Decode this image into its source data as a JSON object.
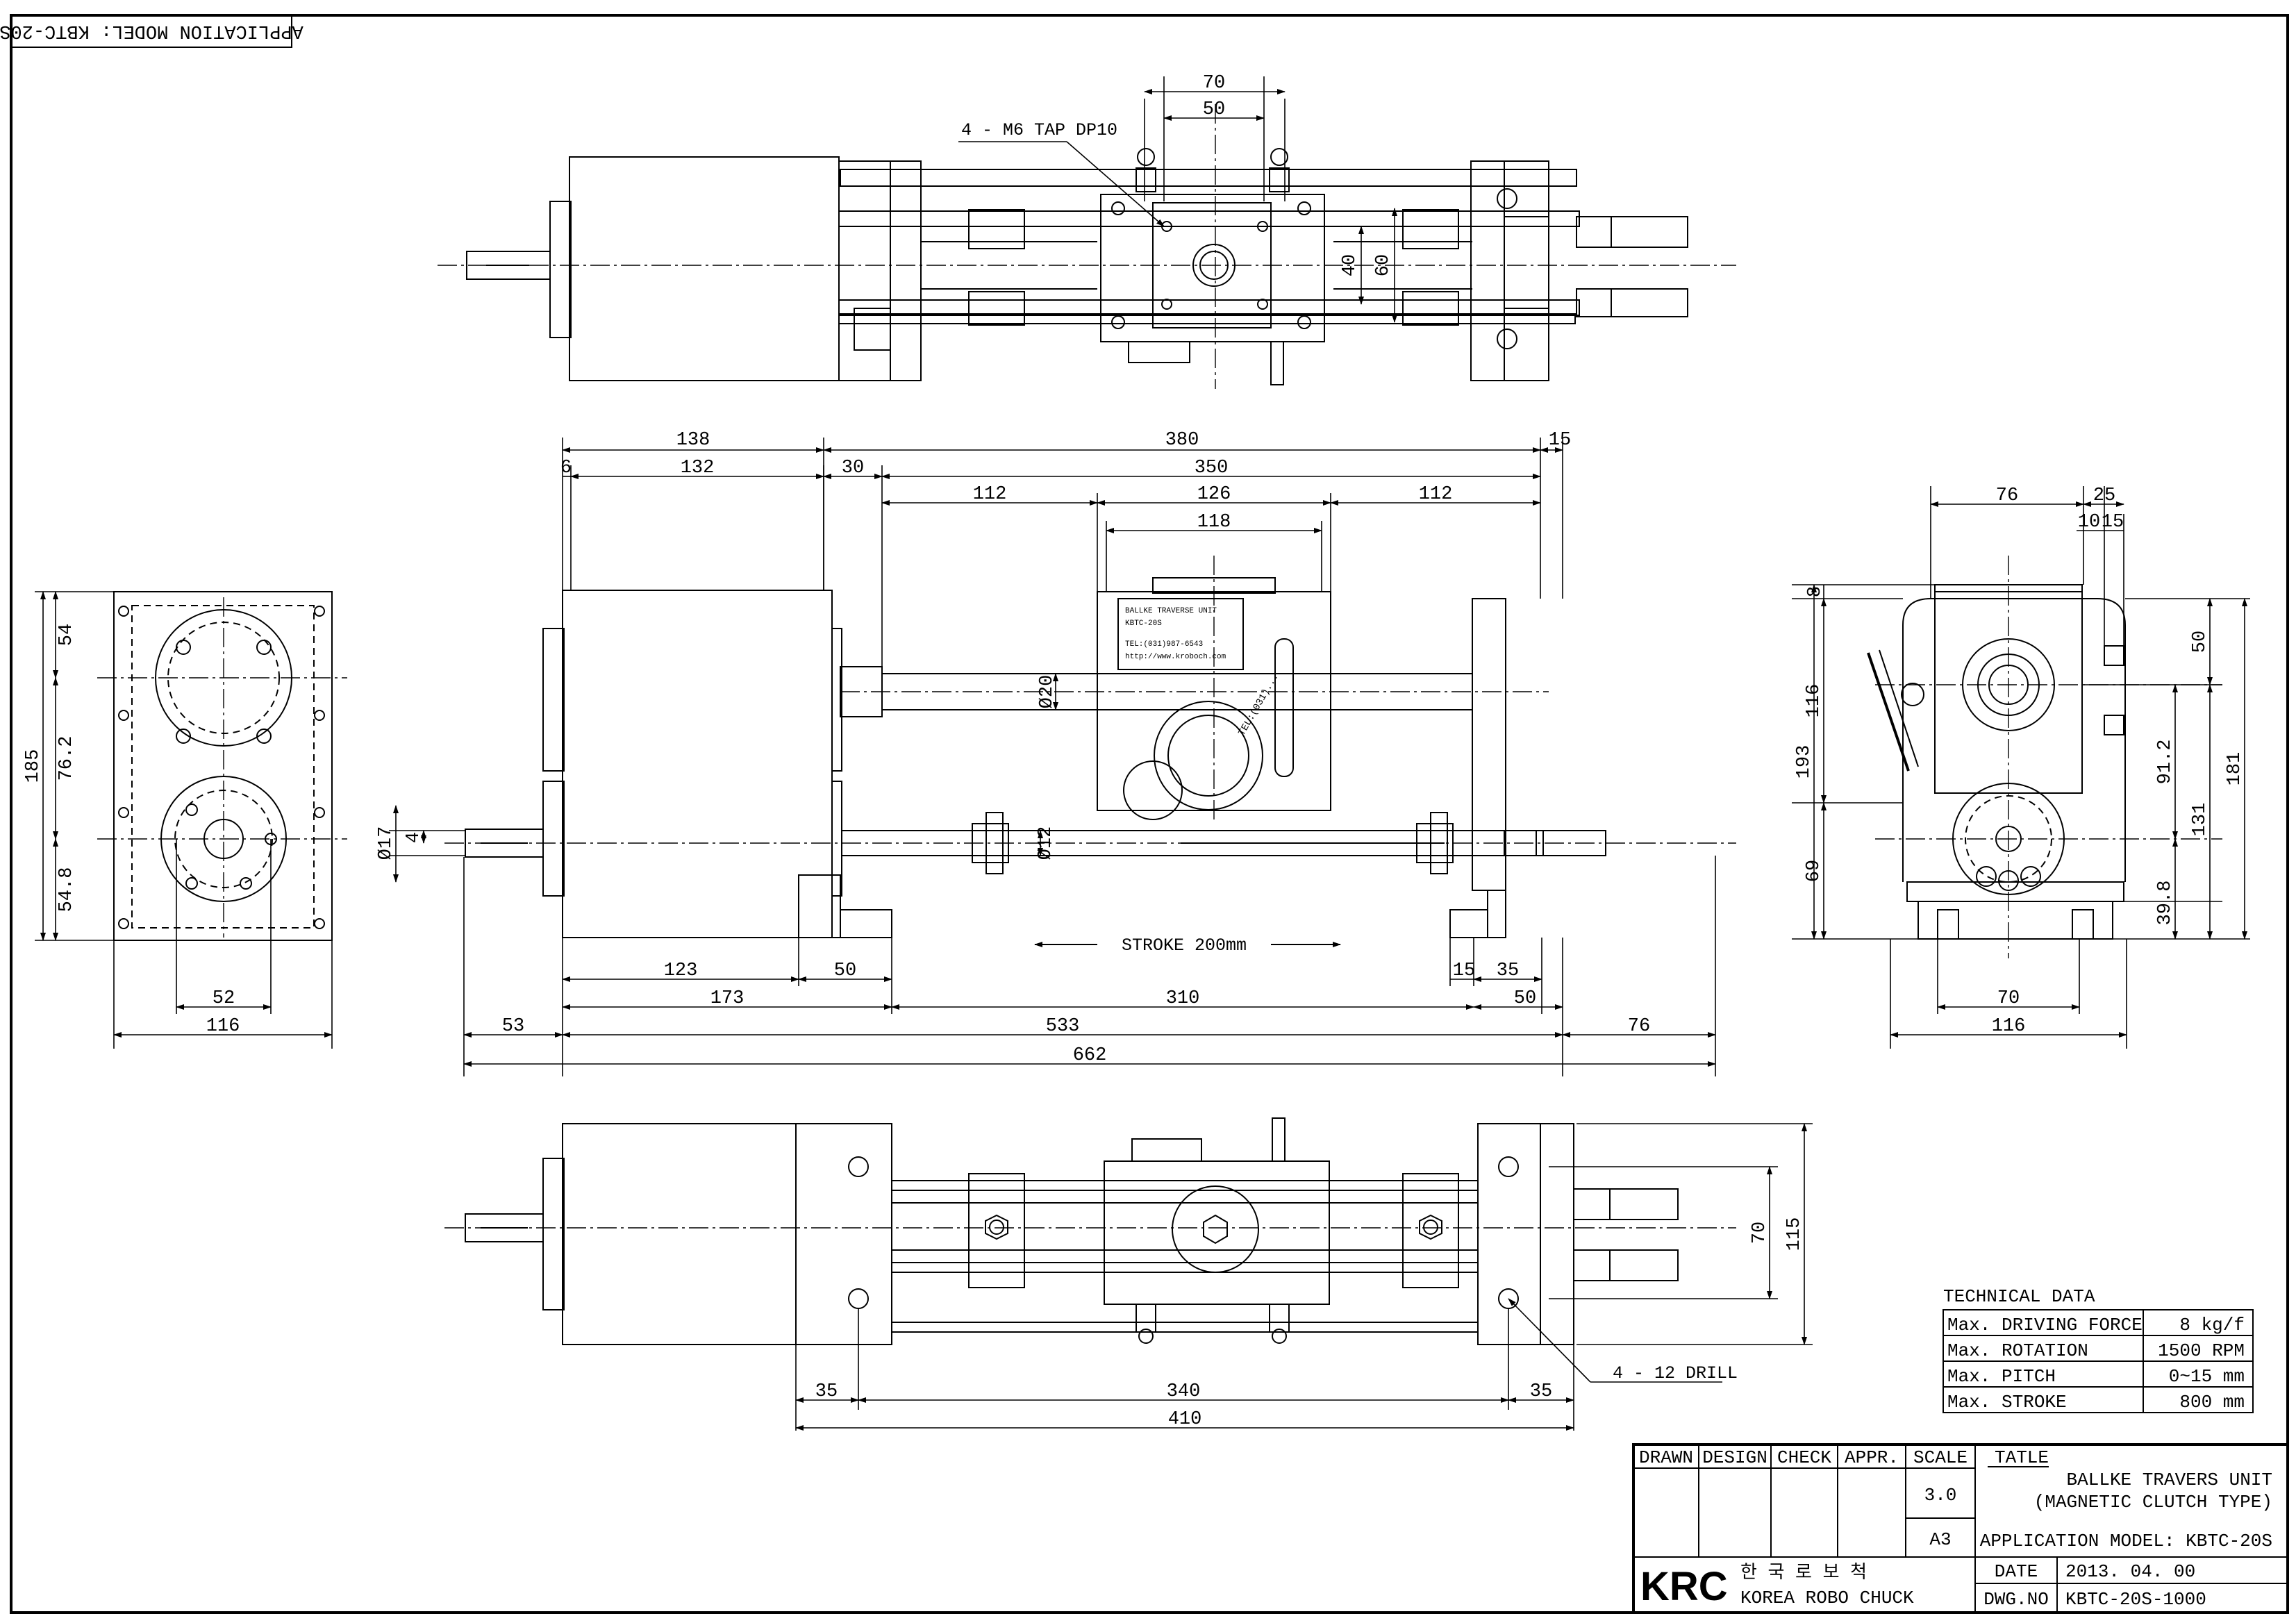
{
  "application_model_header": "APPLICATION MODEL: KBTC-20S",
  "callouts": {
    "tap": "4 - M6 TAP  DP10",
    "drill": "4 - 12 DRILL",
    "stroke": "STROKE 200mm"
  },
  "nameplate": {
    "title": "BALLKE TRAVERSE UNIT",
    "lines": [
      "KBTC-20S",
      "TEL:(031)987-6543",
      "http://www.kroboch.com"
    ],
    "dial_text": "TEL:(031)..."
  },
  "dims": {
    "top_70": "70",
    "top_50": "50",
    "top_40": "40",
    "top_60": "60",
    "d_138": "138",
    "d_380": "380",
    "d_15a": "15",
    "d_6": "6",
    "d_132": "132",
    "d_30": "30",
    "d_350": "350",
    "d_112a": "112",
    "d_126": "126",
    "d_112b": "112",
    "d_118": "118",
    "d_o20": "Ø20",
    "d_o17": "Ø17",
    "d_4": "4",
    "d_o12": "Ø12",
    "d_123": "123",
    "d_50a": "50",
    "d_15b": "15",
    "d_35a": "35",
    "d_173": "173",
    "d_310": "310",
    "d_50b": "50",
    "d_53": "53",
    "d_533": "533",
    "d_76a": "76",
    "d_662": "662",
    "l_54": "54",
    "l_185": "185",
    "l_762": "76.2",
    "l_548": "54.8",
    "l_52": "52",
    "l_116": "116",
    "r_76": "76",
    "r_25": "25",
    "r_10": "10",
    "r_15": "15",
    "r_8": "8",
    "r_116": "116",
    "r_193": "193",
    "r_69": "69",
    "r_50": "50",
    "r_181": "181",
    "r_912": "91.2",
    "r_131": "131",
    "r_398": "39.8",
    "r_70": "70",
    "r_116w": "116",
    "b_70": "70",
    "b_115": "115",
    "b_35a": "35",
    "b_340": "340",
    "b_35b": "35",
    "b_410": "410"
  },
  "technical_data": {
    "heading": "TECHNICAL DATA",
    "rows": [
      {
        "label": "Max. DRIVING FORCE",
        "value": "8 kg/f"
      },
      {
        "label": "Max. ROTATION",
        "value": "1500 RPM"
      },
      {
        "label": "Max. PITCH",
        "value": "0~15 mm"
      },
      {
        "label": "Max. STROKE",
        "value": "800 mm"
      }
    ]
  },
  "title_block": {
    "headers": [
      "DRAWN",
      "DESIGN",
      "CHECK",
      "APPR.",
      "SCALE"
    ],
    "scale": "3.0",
    "paper": "A3",
    "tatle_label": "TATLE",
    "title_line1": "BALLKE TRAVERS UNIT",
    "title_line2": "(MAGNETIC CLUTCH TYPE)",
    "application": "APPLICATION MODEL: KBTC-20S",
    "logo": "KRC",
    "company_korean": "한 국 로 보 척",
    "company_english": "KOREA ROBO CHUCK",
    "date_label": "DATE",
    "date_value": "2013. 04. 00",
    "dwg_label": "DWG.NO",
    "dwg_value": "KBTC-20S-1000"
  }
}
